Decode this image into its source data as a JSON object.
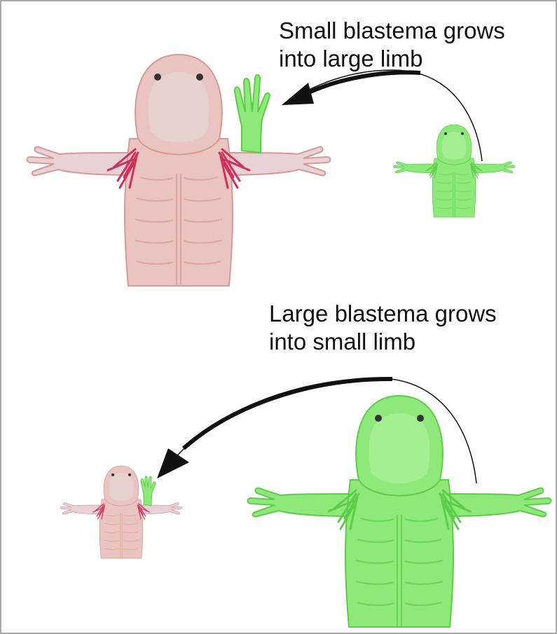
{
  "captions": {
    "top": {
      "line1": "Small blastema grows",
      "line2": "into large limb"
    },
    "bottom": {
      "line1": "Large blastema grows",
      "line2": "into small limb"
    }
  },
  "colors": {
    "pink_body": "#e9c4c1",
    "pink_outline": "#d69a95",
    "pink_limb": "#e8d2d8",
    "gill_red": "#d0305a",
    "green_body": "#8ee87a",
    "green_outline": "#5ccd48",
    "arrow": "#111111",
    "frame": "#555555"
  }
}
